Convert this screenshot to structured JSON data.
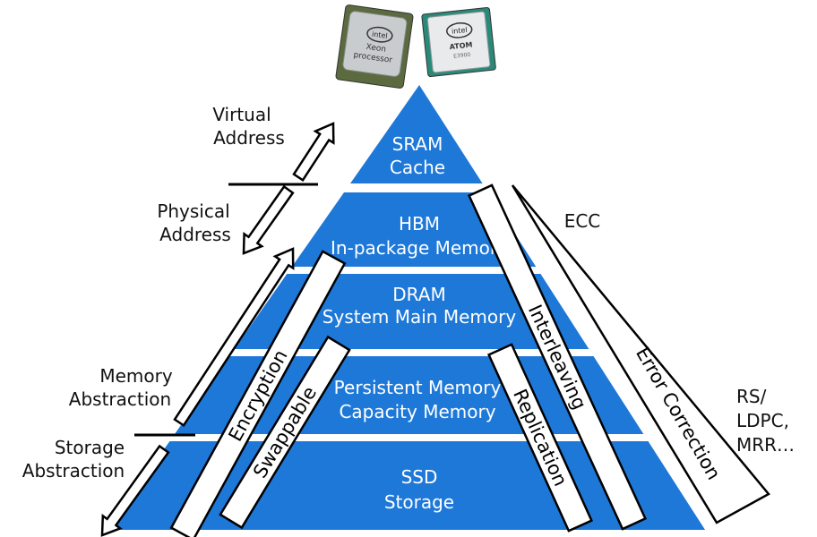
{
  "colors": {
    "layer": "#1e78d8",
    "outline": "#000000"
  },
  "chips": {
    "xeon": {
      "brand": "intel",
      "line1": "Xeon",
      "line2": "processor"
    },
    "atom": {
      "brand": "intel",
      "line1": "ATOM",
      "line2": "E3900"
    }
  },
  "layers": [
    {
      "line1": "SRAM",
      "line2": "Cache"
    },
    {
      "line1": "HBM",
      "line2": "In-package Memory"
    },
    {
      "line1": "DRAM",
      "line2": "System Main Memory"
    },
    {
      "line1": "Persistent Memory",
      "line2": "Capacity Memory"
    },
    {
      "line1": "SSD",
      "line2": "Storage"
    }
  ],
  "labels": {
    "virtual": {
      "line1": "Virtual",
      "line2": "Address"
    },
    "physical": {
      "line1": "Physical",
      "line2": "Address"
    },
    "memory": {
      "line1": "Memory",
      "line2": "Abstraction"
    },
    "storage": {
      "line1": "Storage",
      "line2": "Abstraction"
    },
    "ecc": "ECC",
    "rs": {
      "line1": "RS/",
      "line2": "LDPC,",
      "line3": "MRR…"
    }
  },
  "bars": {
    "encryption": "Encryption",
    "swappable": "Swappable",
    "replication": "Replication",
    "interleaving": "Interleaving",
    "error_correction": "Error Correction"
  }
}
